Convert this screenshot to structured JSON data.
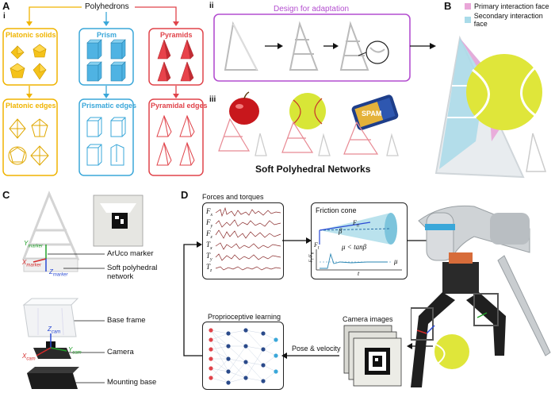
{
  "colors": {
    "yellow": "#f0b400",
    "blue": "#3aa7d9",
    "red": "#e0434a",
    "purple": "#b44fd0",
    "pink": "#e9a6d8",
    "lightblue": "#a9dbe9"
  },
  "panelA": {
    "label": "A",
    "sub": "i",
    "root": "Polyhedrons",
    "cols": [
      {
        "title": "Platonic solids",
        "edges": "Platonic edges"
      },
      {
        "title": "Prism",
        "edges": "Prismatic edges"
      },
      {
        "title": "Pyramids",
        "edges": "Pyramidal edges"
      }
    ],
    "sub_ii": "ii",
    "design": "Design for adaptation",
    "sub_iii": "iii",
    "network_title": "Soft Polyhedral Networks",
    "can_text": "SPAM"
  },
  "panelB": {
    "label": "B",
    "legend": [
      "Primary interaction face",
      "Secondary interaction face"
    ]
  },
  "panelC": {
    "label": "C",
    "aruco": "ArUco marker",
    "network": "Soft polyhedral network",
    "base": "Base frame",
    "camera": "Camera",
    "mount": "Mounting base",
    "axes": {
      "y_marker": "Y",
      "x_marker": "X",
      "z_marker": "Z",
      "sub_marker": "marker",
      "y_cam": "Y",
      "x_cam": "X",
      "z_cam": "Z",
      "sub_cam": "cam"
    }
  },
  "panelD": {
    "label": "D",
    "forces": "Forces and torques",
    "signals": [
      {
        "sym": "F",
        "sub": "x"
      },
      {
        "sym": "F",
        "sub": "y"
      },
      {
        "sym": "F",
        "sub": "z"
      },
      {
        "sym": "T",
        "sub": "x"
      },
      {
        "sym": "T",
        "sub": "y"
      },
      {
        "sym": "T",
        "sub": "z"
      }
    ],
    "friction": "Friction cone",
    "fn": "F",
    "fn_sub": "n",
    "ft": "F",
    "ft_sub": "t",
    "beta": "β",
    "mu_eq": "μ < tanβ",
    "ratio": "F",
    "ratio_sub": "t",
    "ratio_den": "/F",
    "ratio_den_sub": "n",
    "t": "t",
    "mu": "μ",
    "learning": "Proprioceptive learning",
    "camera_images": "Camera images",
    "pose": "Pose & velocity"
  }
}
